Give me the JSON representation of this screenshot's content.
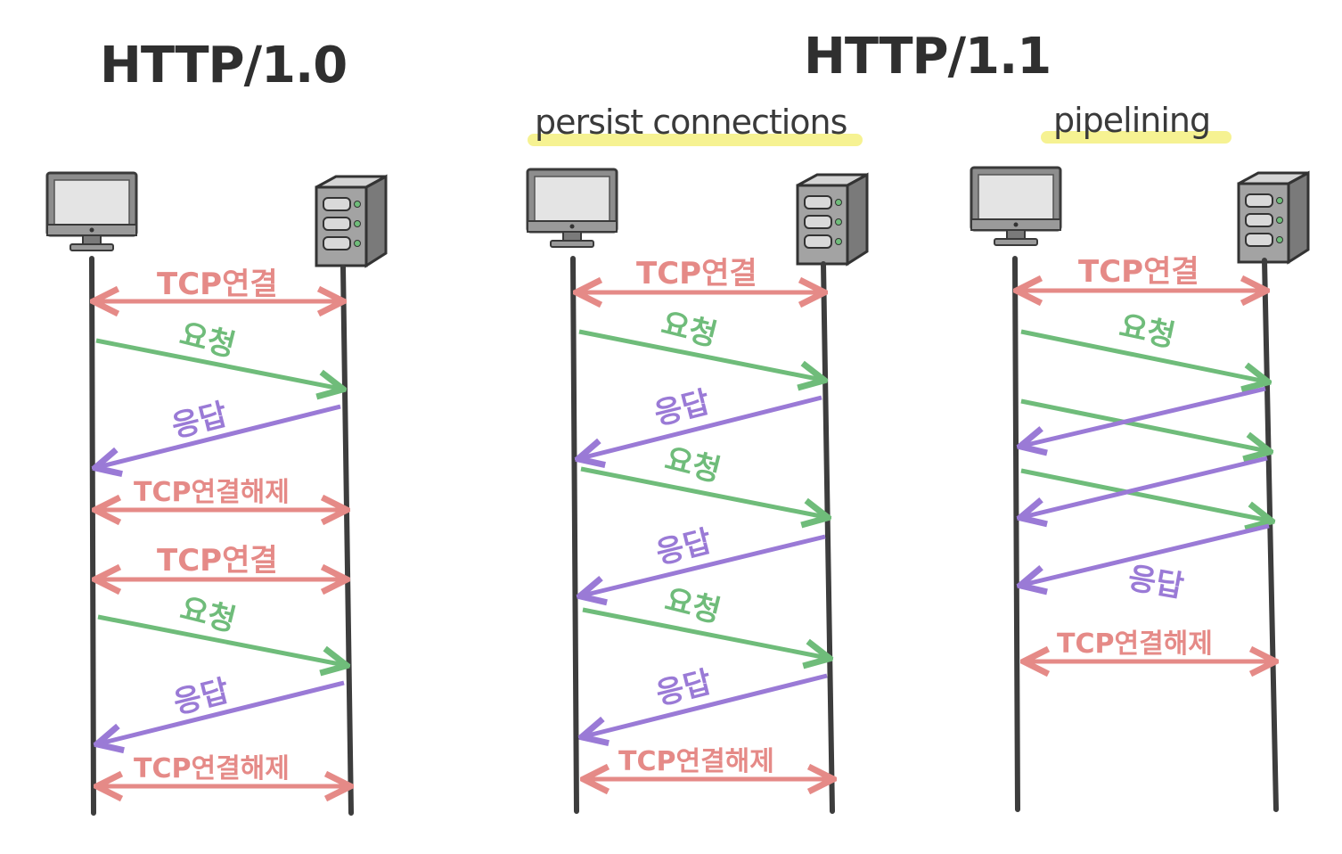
{
  "colors": {
    "tcp": "#e58a87",
    "request": "#6fbc7a",
    "response": "#9a7ad6",
    "lifeline": "#3d3d3d",
    "highlight": "#f3ee6e"
  },
  "labels": {
    "http10": "HTTP/1.0",
    "http11": "HTTP/1.1",
    "persist": "persist connections",
    "pipelining": "pipelining",
    "tcp_connect": "TCP연결",
    "tcp_disconnect": "TCP연결해제",
    "request": "요청",
    "response": "응답"
  },
  "icons": {
    "client": "computer-monitor-icon",
    "server": "server-tower-icon"
  }
}
